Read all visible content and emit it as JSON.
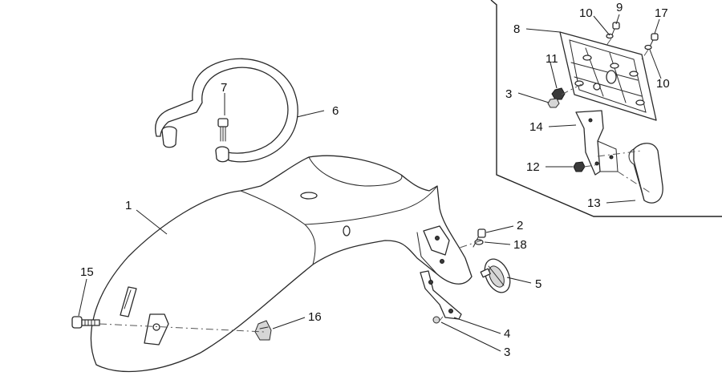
{
  "callouts": {
    "c1": "1",
    "c2": "2",
    "c3a": "3",
    "c3b": "3",
    "c4": "4",
    "c5": "5",
    "c6": "6",
    "c7": "7",
    "c8": "8",
    "c9": "9",
    "c10a": "10",
    "c10b": "10",
    "c11": "11",
    "c12": "12",
    "c13": "13",
    "c14": "14",
    "c15": "15",
    "c16": "16",
    "c17": "17",
    "c18": "18"
  }
}
